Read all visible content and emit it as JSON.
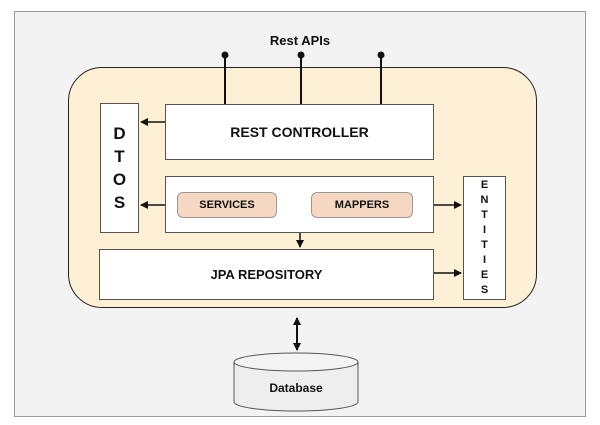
{
  "diagram": {
    "title": "Rest APIs",
    "rest_controller": "REST CONTROLLER",
    "dtos": [
      "D",
      "T",
      "O",
      "S"
    ],
    "services": "SERVICES",
    "mappers": "MAPPERS",
    "jpa_repository": "JPA REPOSITORY",
    "entities": [
      "E",
      "N",
      "T",
      "I",
      "T",
      "I",
      "E",
      "S"
    ],
    "database": "Database",
    "colors": {
      "container_fill": "#fdf0d4",
      "pill_fill": "#f6d8c2",
      "frame_fill": "#f3f3f3"
    }
  }
}
